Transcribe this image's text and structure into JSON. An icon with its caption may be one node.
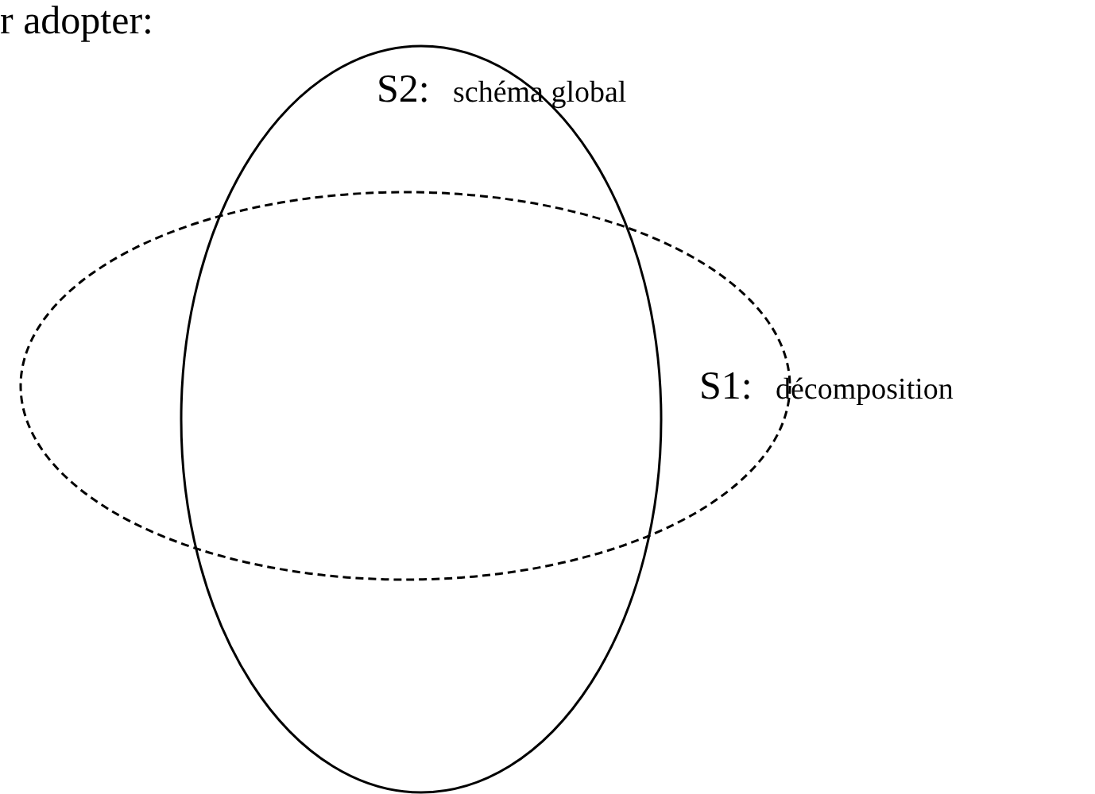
{
  "diagram": {
    "nodes": [
      {
        "text": [
          "S2:",
          "schéma global"
        ]
      },
      {
        "text": [
          "S1:",
          "décomposition"
        ]
      }
    ],
    "labels": [
      "r adopter:"
    ]
  }
}
